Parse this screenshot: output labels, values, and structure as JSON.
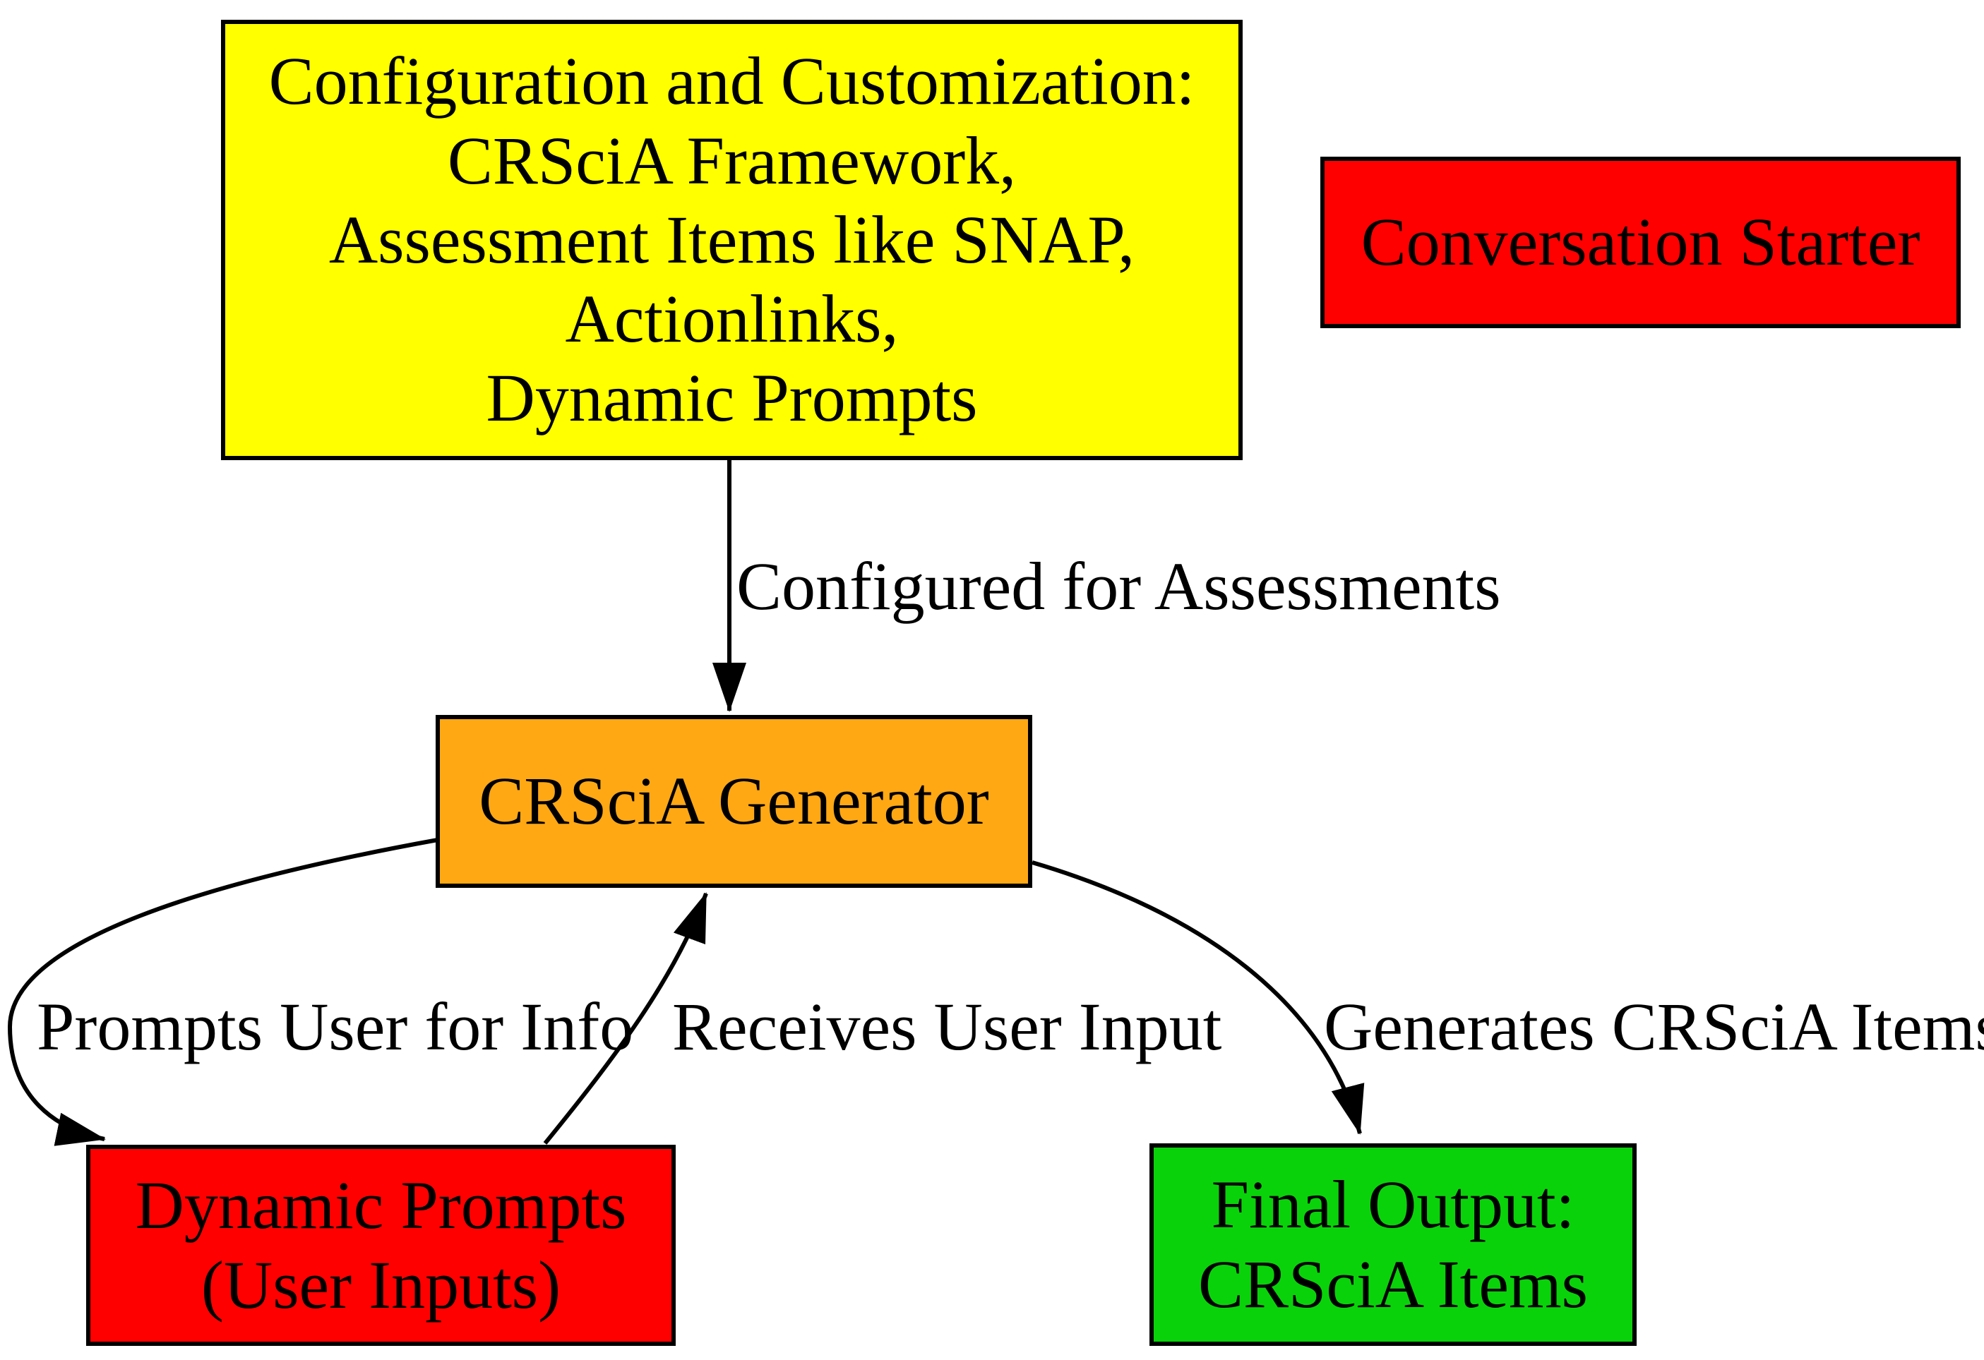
{
  "diagram": {
    "background_color": "#ffffff",
    "arrow_color": "#000000",
    "border_color": "#000000",
    "text_color": "#000000"
  },
  "nodes": {
    "config": {
      "lines": {
        "0": "Configuration and Customization:",
        "1": "CRSciA Framework,",
        "2": "Assessment Items like SNAP,",
        "3": "Actionlinks,",
        "4": "Dynamic Prompts"
      },
      "color": "#FFFF00"
    },
    "conversation_starter": {
      "label": "Conversation Starter",
      "color": "#FE0000"
    },
    "generator": {
      "label": "CRSciA Generator",
      "color": "#FFA814"
    },
    "dynamic_prompts": {
      "lines": {
        "0": "Dynamic Prompts",
        "1": "(User Inputs)"
      },
      "color": "#FE0000"
    },
    "final_output": {
      "lines": {
        "0": "Final Output:",
        "1": "CRSciA Items"
      },
      "color": "#0AD20A"
    }
  },
  "edges": {
    "configured": {
      "label": "Configured for Assessments",
      "from": "config",
      "to": "generator"
    },
    "prompts": {
      "label": "Prompts User for Info",
      "from": "generator",
      "to": "dynamic_prompts"
    },
    "receives": {
      "label": "Receives User Input",
      "from": "dynamic_prompts",
      "to": "generator"
    },
    "generates": {
      "label": "Generates CRSciA Items",
      "from": "generator",
      "to": "final_output"
    }
  }
}
